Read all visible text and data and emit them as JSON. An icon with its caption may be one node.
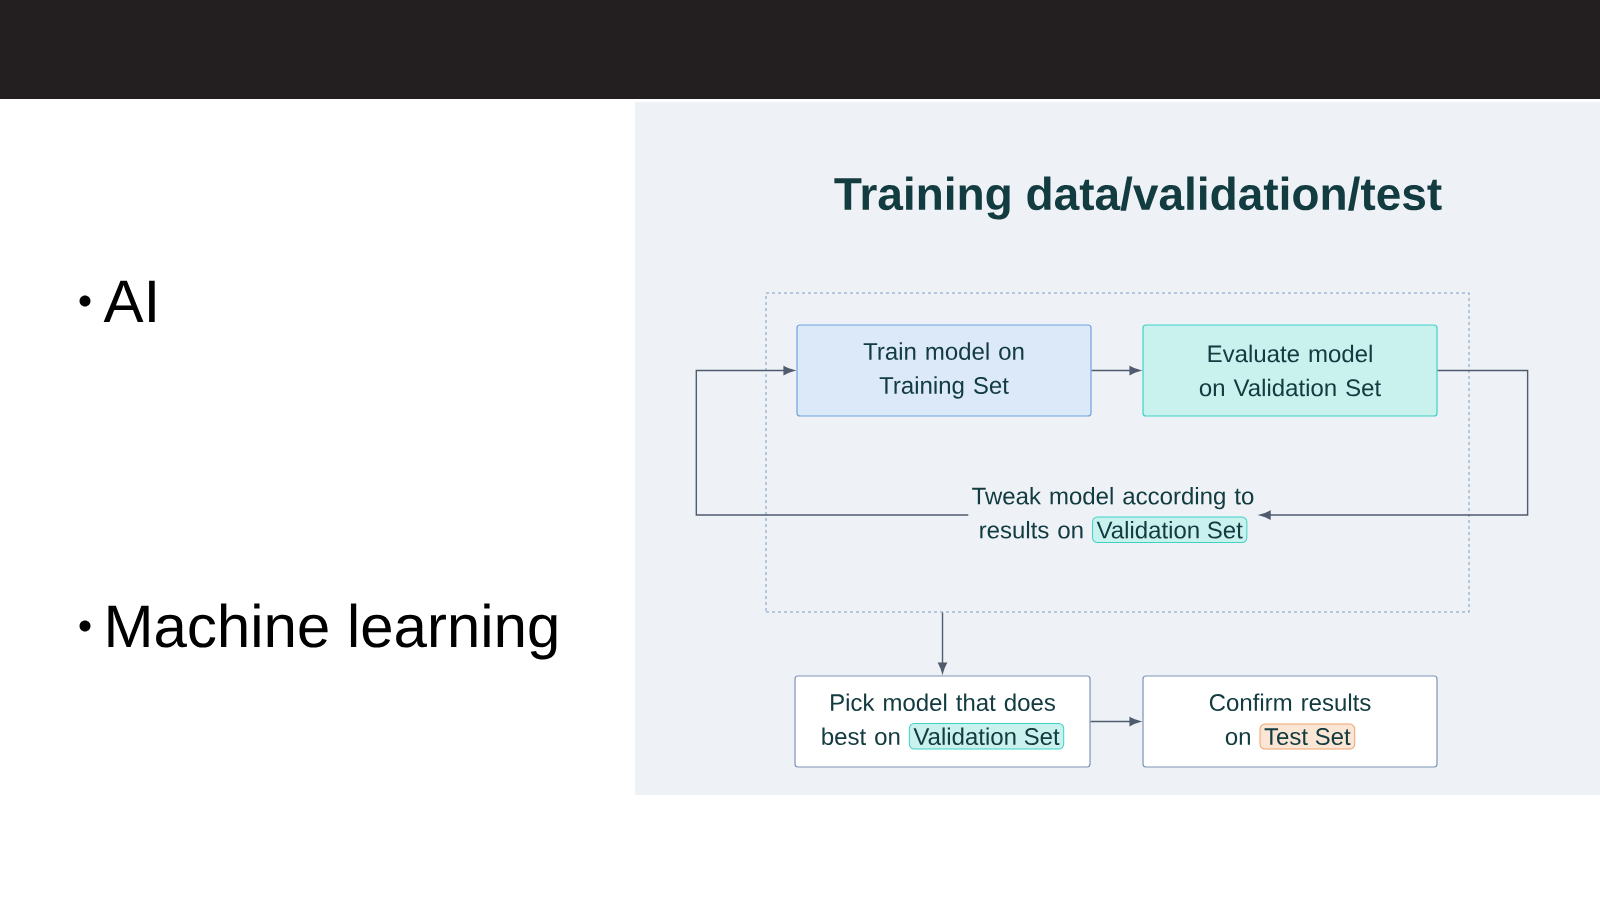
{
  "diagram": {
    "title": "Training data/validation/test",
    "nodes": [
      {
        "text": [],
        "shape": "box"
      },
      {
        "text": [
          "Train model on Training Set"
        ],
        "in": 0
      },
      {
        "text": [
          "Evaluate model on Validation Set"
        ],
        "in": 0
      },
      {
        "text": [
          "Tweak model according to results on"
        ],
        "in": 0
      },
      {
        "text": [
          "Validation Set"
        ],
        "in": 0
      },
      {
        "text": [
          "Pick model that does best on"
        ]
      },
      {
        "text": [
          "Validation Set"
        ],
        "in": 5
      },
      {
        "text": [
          "Confirm results on"
        ]
      },
      {
        "text": [
          "Test Set"
        ],
        "in": 7
      }
    ],
    "edges": [
      {
        "from": 1,
        "to": 2,
        "arrow": "to"
      },
      {
        "from": 2,
        "to": 3,
        "arrow": "to"
      },
      {
        "from": 3,
        "to": 1,
        "arrow": "to"
      },
      {
        "from": 0,
        "to": 5,
        "arrow": "to"
      },
      {
        "from": 5,
        "to": 7,
        "arrow": "to"
      }
    ],
    "labels": [
      "AI",
      "Machine learning"
    ]
  }
}
